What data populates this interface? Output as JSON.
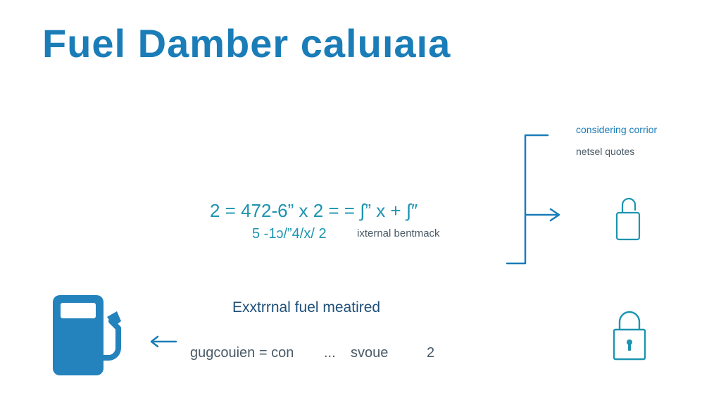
{
  "title": "Fuel Damber caluıaıa",
  "equations": {
    "line1": "2 = 472-6” x 2   = = ∫” x + ∫″",
    "line2": "5 -1ɔ/”4/x/ 2",
    "note": "ixternal bentmack"
  },
  "side_labels": {
    "top": "considering corrior",
    "bottom": "netsel quotes"
  },
  "subtitle": "Exxtrrnal fuel meatired",
  "formula": {
    "left": "gugcouien = con",
    "ellipsis": "...",
    "right": "svoue",
    "number": "2"
  },
  "icons": {
    "pump": "fuel-pump-icon",
    "open_lock": "unlocked-padlock-icon",
    "closed_lock": "locked-padlock-icon",
    "arrow_left": "arrow-left-icon",
    "arrow_right": "arrow-right-icon"
  },
  "colors": {
    "accent": "#1a7db8",
    "teal": "#1c94b0",
    "text_gray": "#4a5a66",
    "pump": "#2482bd"
  }
}
